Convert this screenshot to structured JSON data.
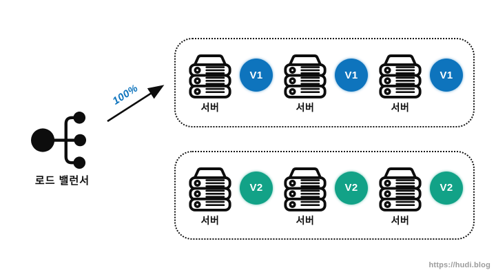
{
  "page": {
    "background": "#ffffff",
    "watermark": "https://hudi.blog"
  },
  "load_balancer": {
    "label": "로드 밸런서"
  },
  "traffic_arrow": {
    "label": "100%",
    "color": "#0e74bd"
  },
  "groups": [
    {
      "id": "v1",
      "badge_label": "V1",
      "badge_color": "#0e74bd",
      "servers": [
        "서버",
        "서버",
        "서버"
      ]
    },
    {
      "id": "v2",
      "badge_label": "V2",
      "badge_color": "#12a287",
      "servers": [
        "서버",
        "서버",
        "서버"
      ]
    }
  ]
}
